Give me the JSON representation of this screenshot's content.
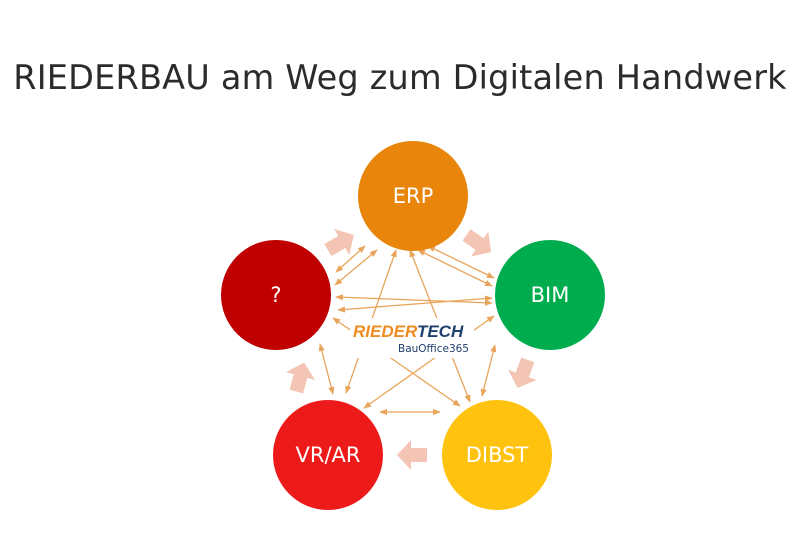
{
  "title": "RIEDERBAU am Weg zum Digitalen Handwerk",
  "nodes": {
    "erp": {
      "label": "ERP",
      "color": "#E8850A"
    },
    "bim": {
      "label": "BIM",
      "color": "#00AD4E"
    },
    "dibst": {
      "label": "DIBST",
      "color": "#FFC20E"
    },
    "vrar": {
      "label": "VR/AR",
      "color": "#ED1A1A"
    },
    "q": {
      "label": "?",
      "color": "#C00000"
    }
  },
  "center_logo": {
    "brand_part1": "RIEDER",
    "brand_part2": "TECH",
    "product": "BauOffice365",
    "color_part1": "#F08C1F",
    "color_part2": "#1F3F6E"
  },
  "colors": {
    "connector": "#E8A45A",
    "cycle_arrow": "#F4C4B4"
  }
}
